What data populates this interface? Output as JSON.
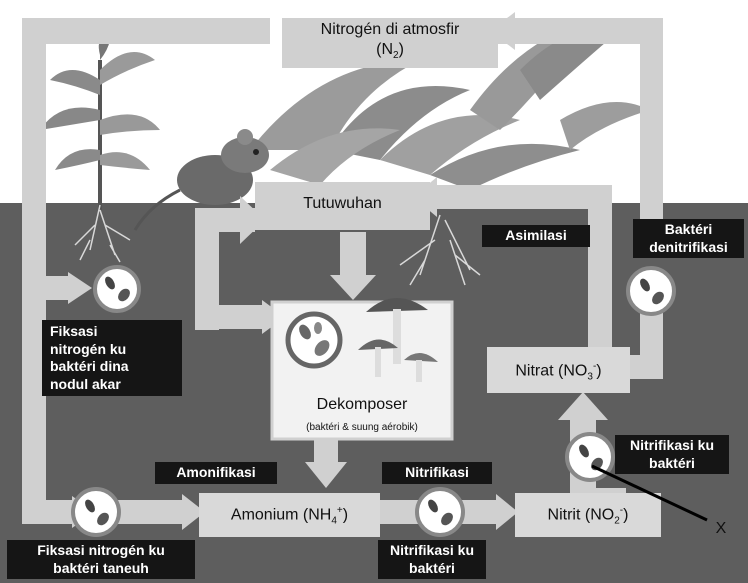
{
  "atmosphere": {
    "label": "Nitrogén di atmosfir",
    "formula_main": "(N",
    "formula_sub": "2",
    "formula_end": ")"
  },
  "plants": {
    "label": "Tutuwuhan"
  },
  "assimilation": {
    "label": "Asimilasi"
  },
  "denitrifying": {
    "label_line1": "Baktéri",
    "label_line2": "denitrifikasi"
  },
  "root_nodule_fixation": {
    "line1": "Fiksasi",
    "line2": "nitrogén ku",
    "line3": "baktéri dina",
    "line4": "nodul akar"
  },
  "decomposer": {
    "label": "Dekomposer",
    "sublabel": "(baktéri & suung aérobik)"
  },
  "nitrate": {
    "main": "Nitrat (NO",
    "sub": "3",
    "sup": "-",
    "end": ")"
  },
  "nitrite": {
    "main": "Nitrit (NO",
    "sub": "2",
    "sup": "-",
    "end": ")"
  },
  "ammonium": {
    "main": "Amonium (NH",
    "sub": "4",
    "sup": "+",
    "end": ")"
  },
  "ammonification": {
    "label": "Amonifikasi"
  },
  "nitrification": {
    "label": "Nitrifikasi"
  },
  "nitrifying_bottom": {
    "line1": "Nitrifikasi ku",
    "line2": "baktéri"
  },
  "nitrifying_right": {
    "line1": "Nitrifikasi ku",
    "line2": "baktéri"
  },
  "soil_fixation": {
    "line1": "Fiksasi nitrogén ku",
    "line2": "baktéri taneuh"
  },
  "pointer": {
    "label": "X"
  },
  "colors": {
    "soil": "#5e5e5e",
    "sky": "#ffffff",
    "arrow": "#d0d0d0",
    "label_bg": "#151515"
  }
}
